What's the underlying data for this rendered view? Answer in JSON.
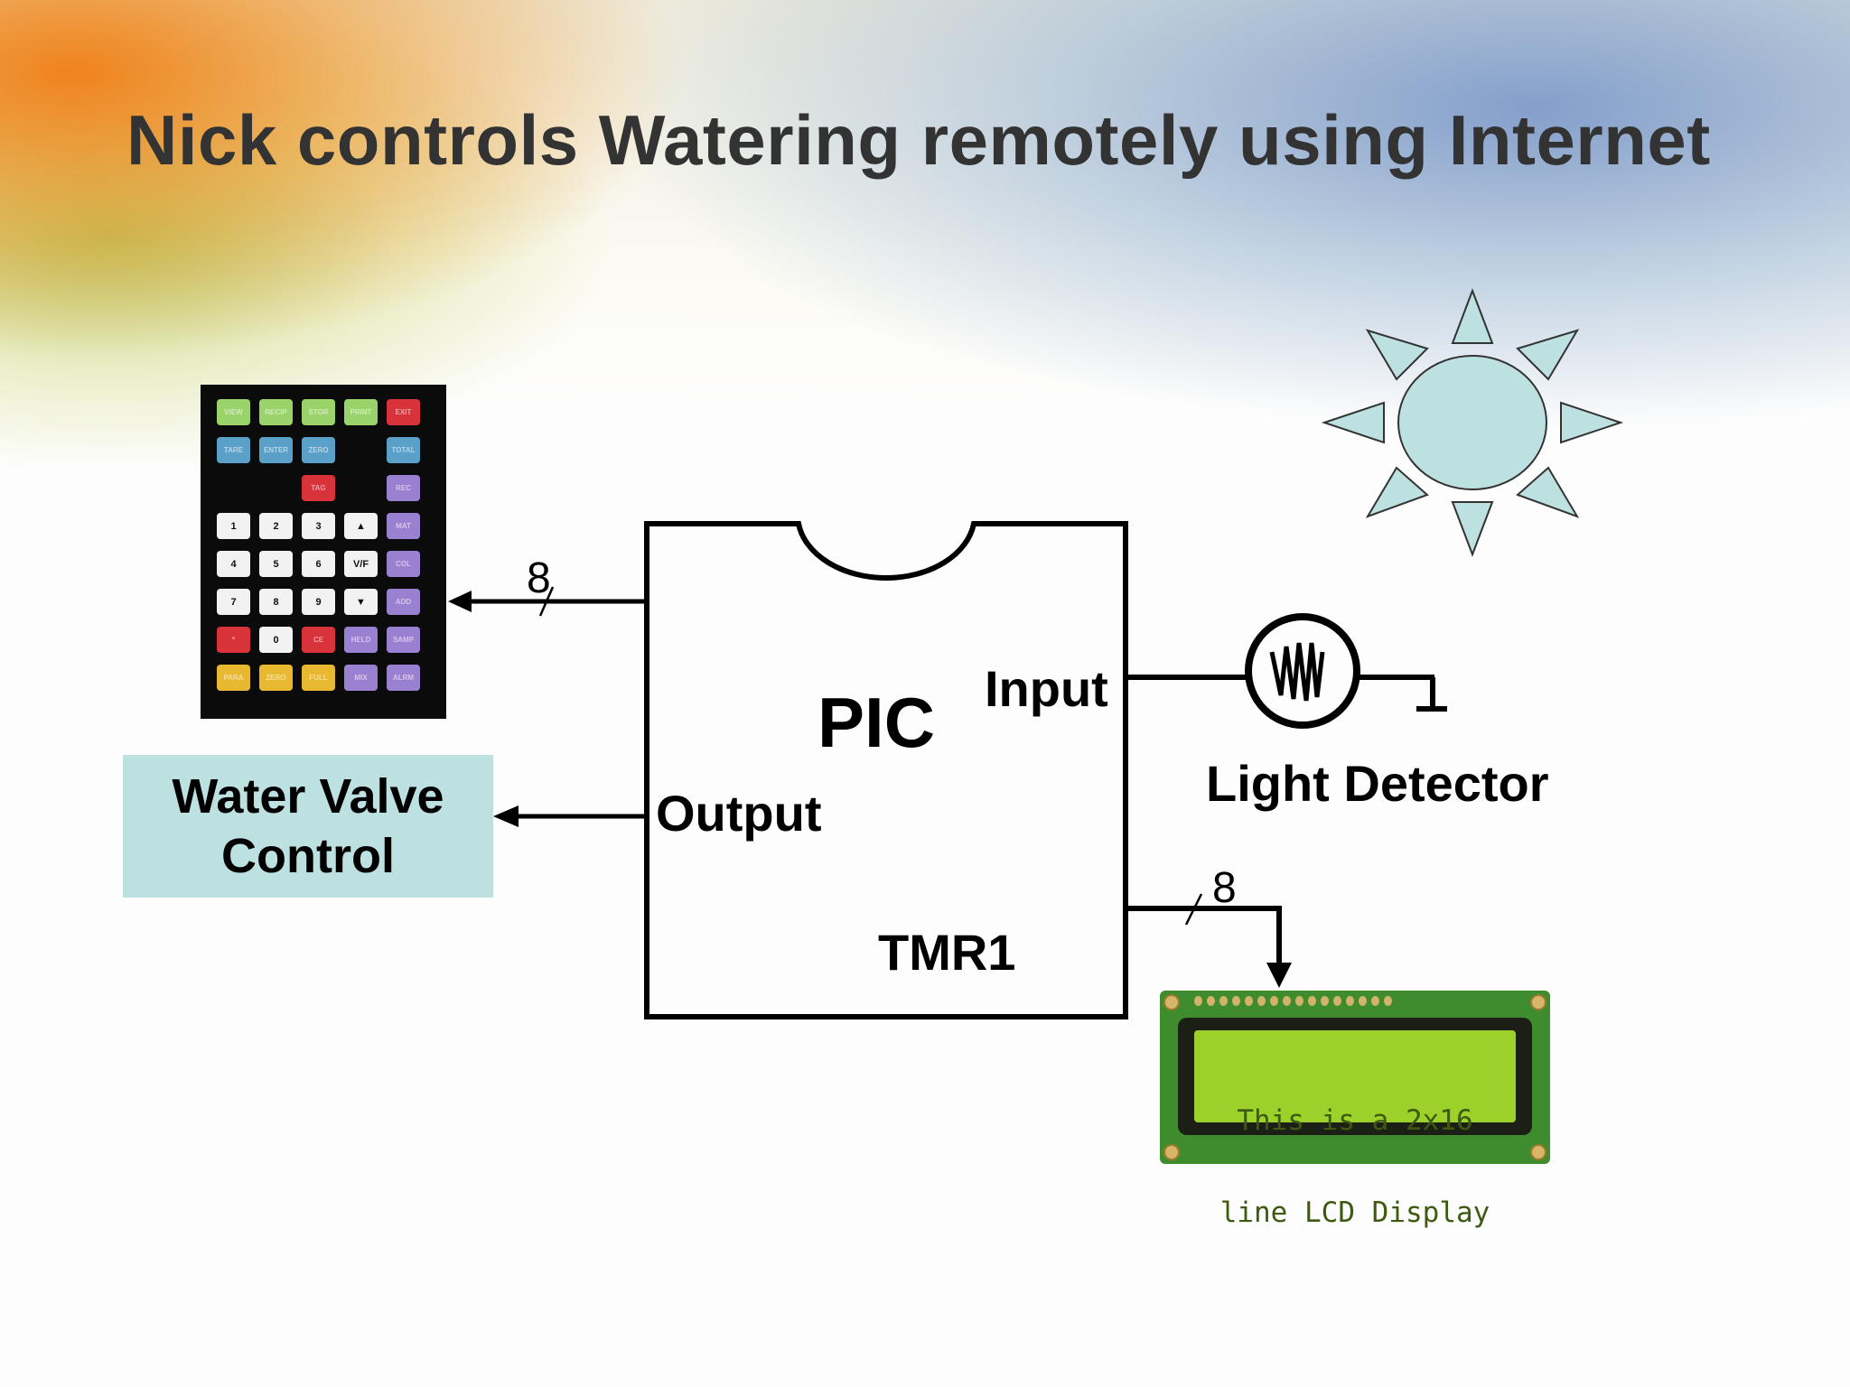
{
  "title": "Nick controls Watering remotely using Internet",
  "pic": {
    "label": "PIC",
    "input_label": "Input",
    "output_label": "Output",
    "timer_label": "TMR1"
  },
  "water_valve": {
    "label": "Water Valve\nControl",
    "color": "#bde1e1"
  },
  "light_detector": {
    "label": "Light Detector"
  },
  "sun": {
    "color": "#bde1e1"
  },
  "keypad_bus": {
    "width": "8"
  },
  "lcd_bus": {
    "width": "8"
  },
  "keypad": {
    "rows": [
      [
        {
          "t": "VIEW",
          "c": "#9ad36a"
        },
        {
          "t": "RECIP",
          "c": "#9ad36a"
        },
        {
          "t": "STOR",
          "c": "#9ad36a"
        },
        {
          "t": "PRINT",
          "c": "#9ad36a"
        },
        {
          "t": "EXIT",
          "c": "#d8323a"
        }
      ],
      [
        {
          "t": "TARE",
          "c": "#5aa0c8"
        },
        {
          "t": "ENTER",
          "c": "#5aa0c8"
        },
        {
          "t": "ZERO",
          "c": "#5aa0c8"
        },
        null,
        {
          "t": "TOTAL",
          "c": "#5aa0c8"
        }
      ],
      [
        null,
        null,
        {
          "t": "TAG",
          "c": "#d8323a"
        },
        null,
        {
          "t": "REC",
          "c": "#9a80d0"
        }
      ],
      [
        {
          "t": "1",
          "c": "#f2f2f2"
        },
        {
          "t": "2",
          "c": "#f2f2f2"
        },
        {
          "t": "3",
          "c": "#f2f2f2"
        },
        {
          "t": "▲",
          "c": "#f2f2f2"
        },
        {
          "t": "MAT",
          "c": "#9a80d0"
        }
      ],
      [
        {
          "t": "4",
          "c": "#f2f2f2"
        },
        {
          "t": "5",
          "c": "#f2f2f2"
        },
        {
          "t": "6",
          "c": "#f2f2f2"
        },
        {
          "t": "V/F",
          "c": "#f2f2f2"
        },
        {
          "t": "COL",
          "c": "#9a80d0"
        }
      ],
      [
        {
          "t": "7",
          "c": "#f2f2f2"
        },
        {
          "t": "8",
          "c": "#f2f2f2"
        },
        {
          "t": "9",
          "c": "#f2f2f2"
        },
        {
          "t": "▼",
          "c": "#f2f2f2"
        },
        {
          "t": "ADD",
          "c": "#9a80d0"
        }
      ],
      [
        {
          "t": "*",
          "c": "#d8323a"
        },
        {
          "t": "0",
          "c": "#f2f2f2"
        },
        {
          "t": "CE",
          "c": "#d8323a"
        },
        {
          "t": "HELD",
          "c": "#9a80d0"
        },
        {
          "t": "SAMP",
          "c": "#9a80d0"
        }
      ],
      [
        {
          "t": "PARA",
          "c": "#e8b830"
        },
        {
          "t": "ZERO",
          "c": "#e8b830"
        },
        {
          "t": "FULL",
          "c": "#e8b830"
        },
        {
          "t": "MIX",
          "c": "#9a80d0"
        },
        {
          "t": "ALRM",
          "c": "#9a80d0"
        }
      ]
    ]
  },
  "lcd": {
    "lines": [
      "This is a 2x16",
      "line LCD Display"
    ]
  }
}
